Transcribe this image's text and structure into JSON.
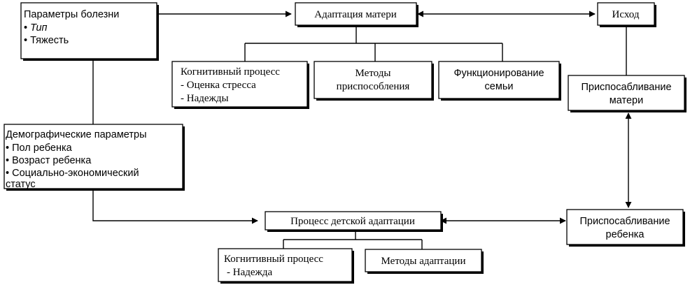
{
  "disease_params": {
    "title": "Параметры болезни",
    "items": [
      "Тип",
      "Тяжесть"
    ]
  },
  "mother_adaptation": {
    "title": "Адаптация матери"
  },
  "outcome": {
    "title": "Исход"
  },
  "mother_cognitive": {
    "title": "Когнитивный процесс",
    "items": [
      "- Оценка стресса",
      "- Надежды"
    ]
  },
  "adaptation_methods_mother": {
    "line1": "Методы",
    "line2": "приспособления"
  },
  "family_functioning": {
    "line1": "Функционирование",
    "line2": "семьи"
  },
  "mother_adjustment": {
    "line1": "Приспосабливание",
    "line2": "матери"
  },
  "demographics": {
    "title": "Демографические параметры",
    "items": [
      "Пол ребенка",
      "Возраст ребенка",
      "Социально-экономический"
    ],
    "continuation": "статус"
  },
  "child_adaptation": {
    "title": "Процесс детской адаптации"
  },
  "child_adjustment": {
    "line1": "Приспосабливание",
    "line2": "ребенка"
  },
  "child_cognitive": {
    "title": "Когнитивный процесс",
    "item": "- Надежда"
  },
  "child_adaptation_methods": {
    "title": "Методы адаптации"
  }
}
